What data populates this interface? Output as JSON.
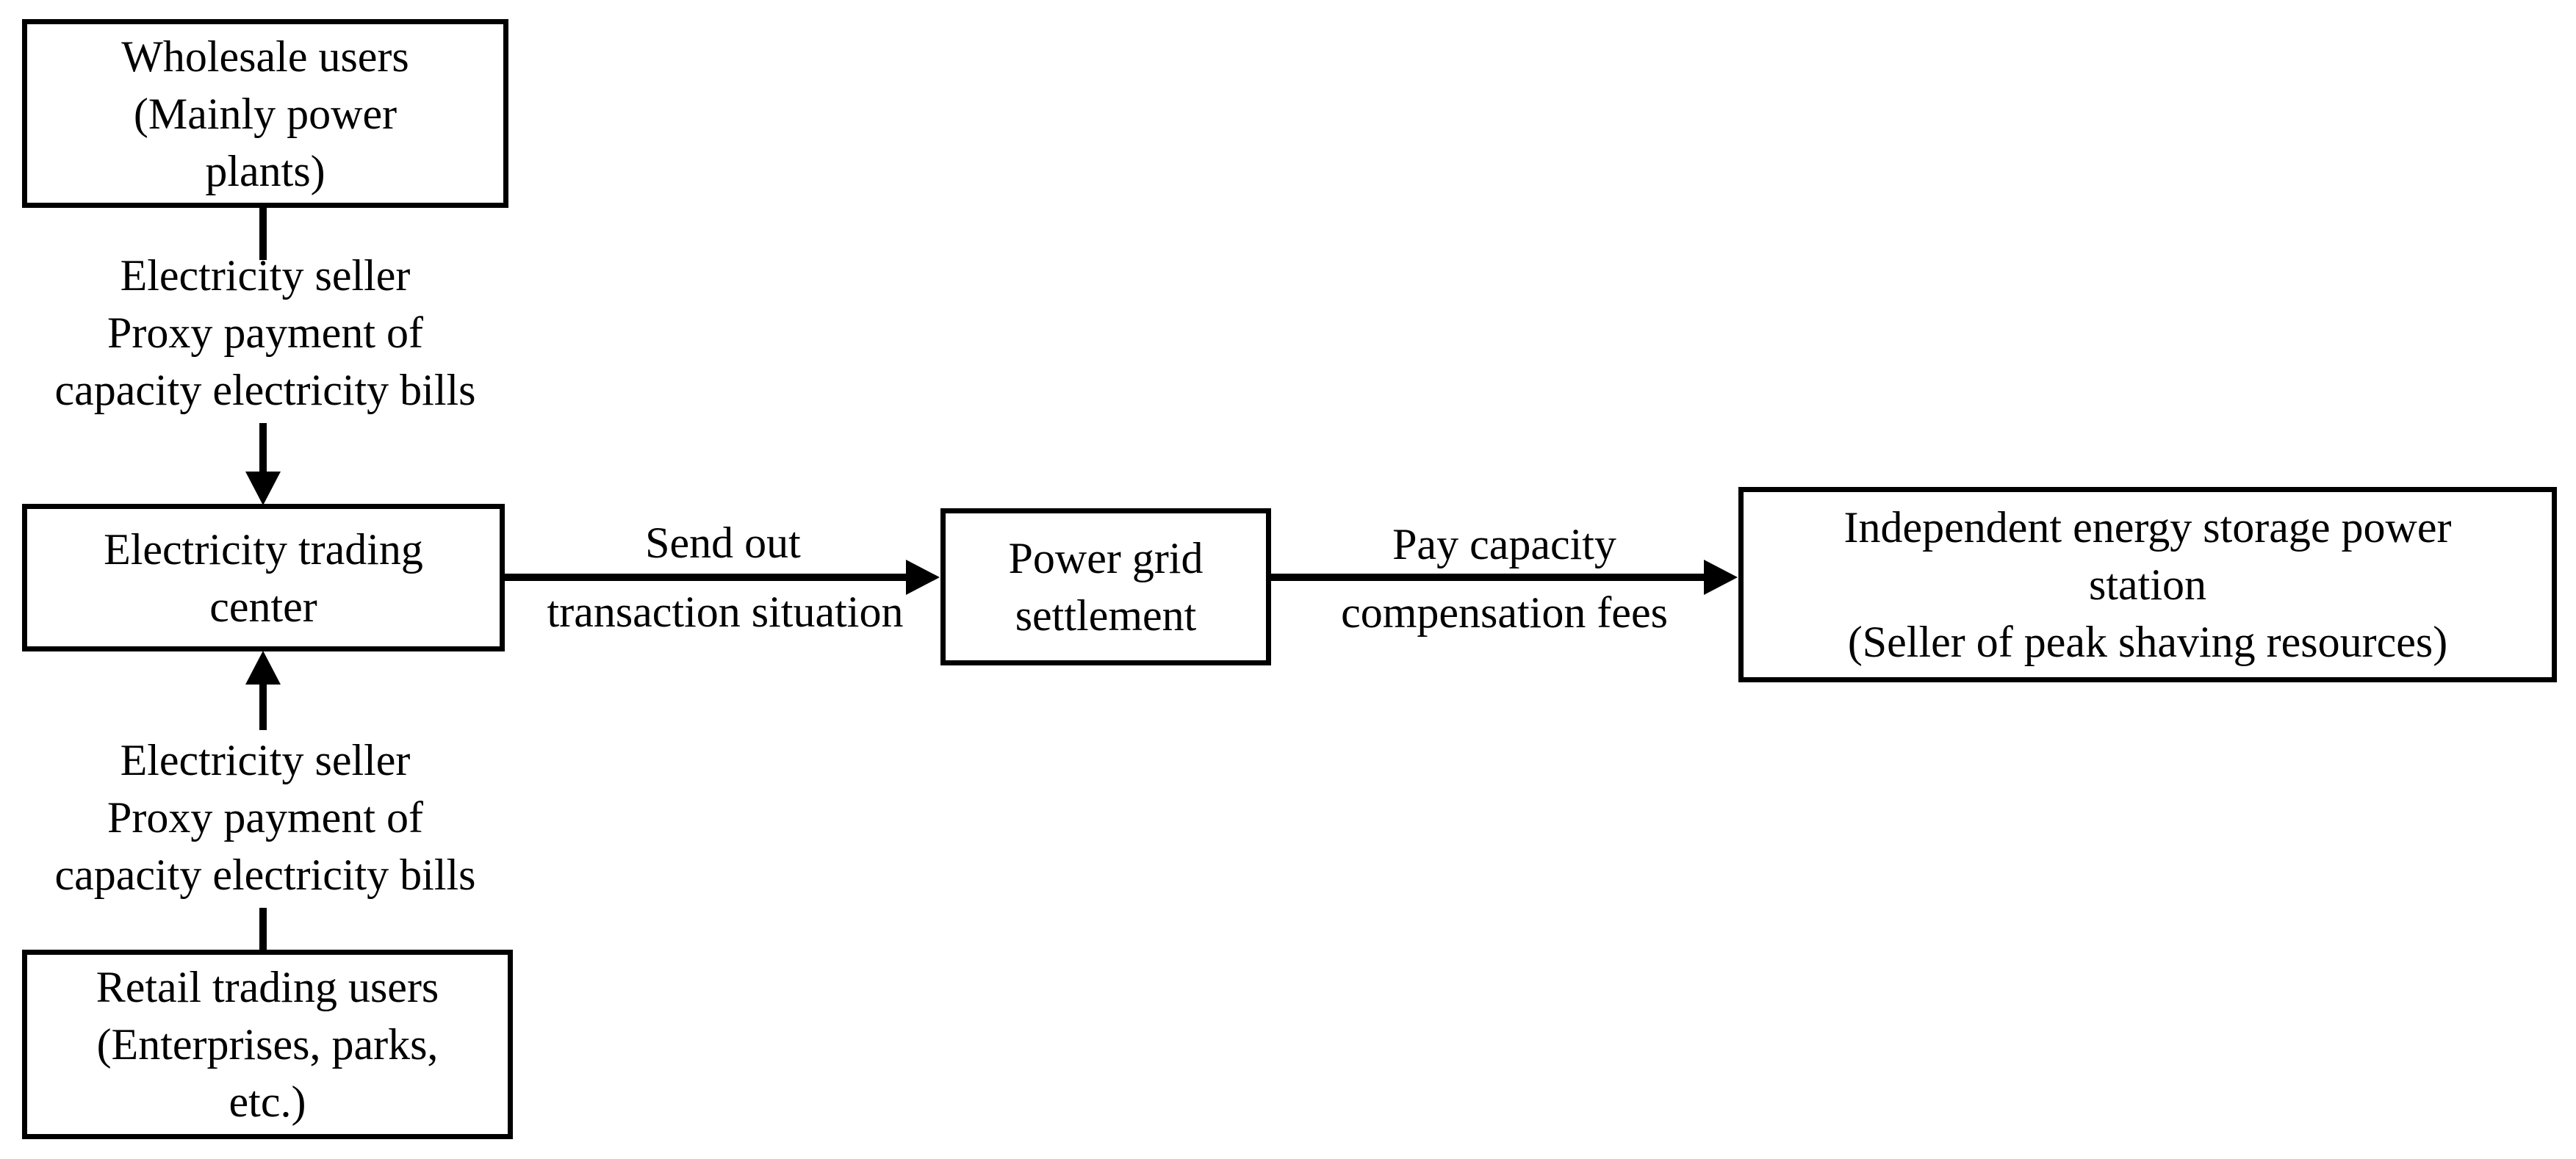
{
  "meta": {
    "ink_color": "#000000",
    "background_color": "#ffffff"
  },
  "nodes": {
    "wholesale_users": {
      "label": "Wholesale users\n(Mainly power\nplants)"
    },
    "electricity_trading_center": {
      "label": "Electricity trading\ncenter"
    },
    "retail_trading_users": {
      "label": "Retail trading users\n(Enterprises, parks,\netc.)"
    },
    "power_grid_settlement": {
      "label": "Power grid\nsettlement"
    },
    "independent_storage_station": {
      "label": "Independent energy storage power\nstation\n(Seller of peak shaving resources)"
    }
  },
  "edges": {
    "wholesale_to_center": {
      "direction": "down",
      "label": "Electricity seller\nProxy payment of\ncapacity electricity bills"
    },
    "retail_to_center": {
      "direction": "up",
      "label": "Electricity seller\nProxy payment of\ncapacity electricity bills"
    },
    "center_to_grid": {
      "direction": "right",
      "label_above": "Send out",
      "label_below": "transaction situation"
    },
    "grid_to_storage": {
      "direction": "right",
      "label_above": "Pay capacity",
      "label_below": "compensation fees"
    }
  }
}
